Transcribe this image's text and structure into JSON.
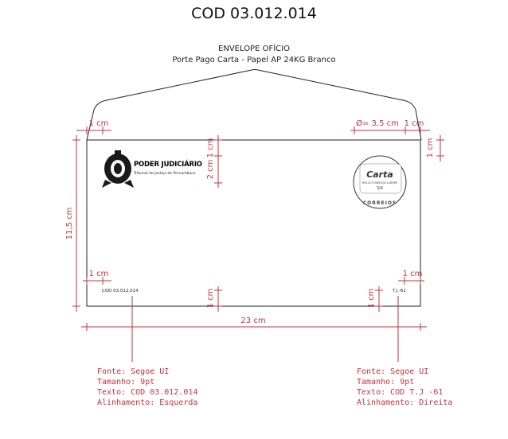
{
  "header": {
    "title": "COD 03.012.014",
    "envelope_name": "ENVELOPE OFÍCIO",
    "envelope_spec": "Porte Pago Carta - Papel AP 24KG Branco"
  },
  "logo": {
    "title": "PODER JUDICIÁRIO",
    "subtitle": "Tribunal de Justiça de Pernambuco"
  },
  "stamp": {
    "title": "Carta",
    "line1": "9912271583/2011-DR/PE",
    "line2": "TJPE",
    "brand": "CORREIOS"
  },
  "envelope_text": {
    "left_code": "COD 03.012.014",
    "right_code": "T.J.-61"
  },
  "dimensions": {
    "top_left_margin": "1 cm",
    "stamp_diameter": "Ø= 3,5 cm",
    "top_right_margin": "1 cm",
    "right_vertical": "1 cm",
    "logo_top": "1 cm",
    "logo_height": "2 cm",
    "height": "11,5 cm",
    "bottom_left_margin": "1 cm",
    "bottom_right_margin": "1 cm",
    "bottom_center_v": "1 cm",
    "bottom_right_v": "1 cm",
    "width": "23 cm"
  },
  "notes_left": {
    "font": "Fonte: Segoe UI",
    "size": "Tamanho: 9pt",
    "text": "Texto: COD 03.012.014",
    "align": "Alinhamento: Esquerda"
  },
  "notes_right": {
    "font": "Fonte: Segoe UI",
    "size": "Tamanho: 9pt",
    "text": "Texto: COD T.J -61",
    "align": "Alinhamento: Direita"
  },
  "colors": {
    "dimension": "#c8323c",
    "outline": "#222222"
  }
}
